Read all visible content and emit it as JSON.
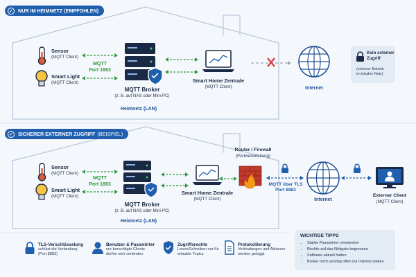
{
  "section1": {
    "badge": "NUR IM HEIMNETZ (EMPFOHLEN)",
    "sensor_title": "Sensor",
    "sensor_sub": "(MQTT Client)",
    "light_title": "Smart Light",
    "light_sub": "(MQTT Client)",
    "mqtt": "MQTT",
    "port": "Port 1883",
    "broker_title": "MQTT Broker",
    "broker_sub": "(z. B. auf NAS oder Mini-PC)",
    "hub_title": "Smart Home Zentrale",
    "hub_sub": "(MQTT Client)",
    "lan": "Heimnetz (LAN)",
    "internet": "Internet",
    "no_ext_title_1": "Kein externer",
    "no_ext_title_2": "Zugriff",
    "no_ext_sub_1": "(sicherer Betrieb",
    "no_ext_sub_2": "im lokalen Netz)"
  },
  "section2": {
    "badge": "SICHERER EXTERNER ZUGRIFF",
    "badge_suffix": "(BEISPIEL)",
    "sensor_title": "Sensor",
    "sensor_sub": "(MQTT Client)",
    "light_title": "Smart Light",
    "light_sub": "(MQTT Client)",
    "mqtt": "MQTT",
    "port": "Port 1883",
    "broker_title": "MQTT Broker",
    "broker_sub": "(z. B. auf NAS oder Mini-PC)",
    "hub_title": "Smart Home Zentrale",
    "hub_sub": "(MQTT Client)",
    "lan": "Heimnetz (LAN)",
    "router_title": "Router / Firewall",
    "router_sub": "(Portweiterleitung)",
    "tls_1": "MQTT über TLS",
    "tls_2": "Port 8883",
    "internet": "Internet",
    "ext_title": "Externer Client",
    "ext_sub": "(MQTT Client)"
  },
  "features": [
    {
      "title": "TLS-Verschlüsselung",
      "d1": "schützt die Verbindung",
      "d2": "(Port 8883)"
    },
    {
      "title": "Benutzer & Passwörter",
      "d1": "nur berechtigte Clients",
      "d2": "dürfen sich verbinden"
    },
    {
      "title": "Zugriffsrechte",
      "d1": "Lesen/Schreiben nur für",
      "d2": "erlaubte Topics"
    },
    {
      "title": "Protokollierung",
      "d1": "Verbindungen und Aktionen",
      "d2": "werden geloggt"
    }
  ],
  "tips": {
    "heading": "WICHTIGE TIPPS",
    "items": [
      "Starke Passwörter verwenden",
      "Rechte auf das Nötigste begrenzen",
      "Software aktuell halten",
      "Broker nicht unnötig offen ins Internet stellen"
    ]
  },
  "colors": {
    "green": "#2e9a3c",
    "blue": "#1f5fae",
    "red": "#d63b3b",
    "navy": "#1b2a44"
  }
}
